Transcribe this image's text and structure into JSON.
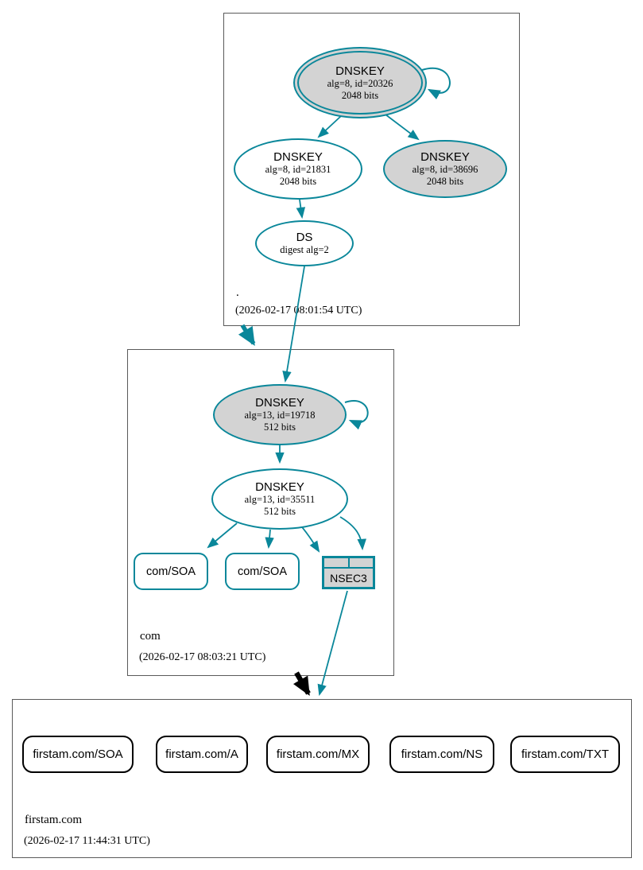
{
  "colors": {
    "secure_teal": "#0a879a",
    "node_fill_gray": "#d3d3d3",
    "node_fill_white": "#ffffff",
    "zone_border_gray": "#5a5a5a",
    "insecure_black": "#000000"
  },
  "root_zone": {
    "name": ".",
    "timestamp": "(2026-02-17 08:01:54 UTC)",
    "ksk": {
      "title": "DNSKEY",
      "detail1": "alg=8, id=20326",
      "detail2": "2048 bits"
    },
    "zsk": {
      "title": "DNSKEY",
      "detail1": "alg=8, id=21831",
      "detail2": "2048 bits"
    },
    "key3": {
      "title": "DNSKEY",
      "detail1": "alg=8, id=38696",
      "detail2": "2048 bits"
    },
    "ds": {
      "title": "DS",
      "detail1": "digest alg=2"
    }
  },
  "com_zone": {
    "name": "com",
    "timestamp": "(2026-02-17 08:03:21 UTC)",
    "ksk": {
      "title": "DNSKEY",
      "detail1": "alg=13, id=19718",
      "detail2": "512 bits"
    },
    "zsk": {
      "title": "DNSKEY",
      "detail1": "alg=13, id=35511",
      "detail2": "512 bits"
    },
    "soa1": {
      "label": "com/SOA"
    },
    "soa2": {
      "label": "com/SOA"
    },
    "nsec3": {
      "label": "NSEC3"
    }
  },
  "firstam_zone": {
    "name": "firstam.com",
    "timestamp": "(2026-02-17 11:44:31 UTC)",
    "records": [
      {
        "label": "firstam.com/SOA"
      },
      {
        "label": "firstam.com/A"
      },
      {
        "label": "firstam.com/MX"
      },
      {
        "label": "firstam.com/NS"
      },
      {
        "label": "firstam.com/TXT"
      }
    ]
  }
}
